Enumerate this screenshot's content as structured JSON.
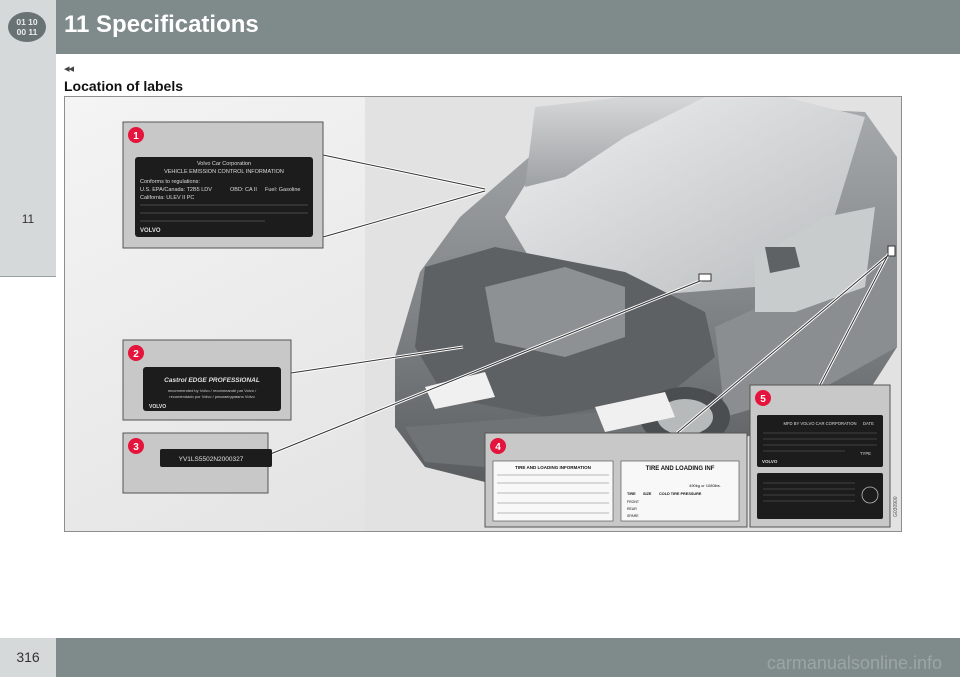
{
  "header": {
    "chapter_title": "11 Specifications",
    "chapter_icon_lines": [
      "01 10",
      "00 11"
    ]
  },
  "sidebar": {
    "chapter_number": "11"
  },
  "nav": {
    "prev_marker": "◂◂"
  },
  "section": {
    "heading": "Location of labels"
  },
  "figure": {
    "figure_code": "G030900",
    "callouts": [
      "1",
      "2",
      "3",
      "4",
      "5"
    ],
    "label_1": {
      "brand": "VOLVO",
      "lines": [
        "Volvo Car Corporation",
        "VEHICLE EMISSION CONTROL INFORMATION",
        "Conforms to regulations:",
        "U.S. EPA/Canada: T2B5 LDV",
        "California: ULEV II PC",
        "OBD: CA II",
        "Fuel: Gasoline"
      ]
    },
    "label_2": {
      "brand": "VOLVO",
      "product": "Castrol EDGE PROFESSIONAL",
      "lines": [
        "recommended by Volvo / recommandé par Volvo /",
        "recomendado por Volvo / рекомендовано Volvo"
      ]
    },
    "label_3": {
      "vin": "YV1LS5502N2000327"
    },
    "label_4": {
      "title": "TIRE AND LOADING INFORMATION",
      "title_right": "TIRE AND LOADING INF",
      "weight_note": "490kg or 1080lbs.",
      "columns": [
        "TIRE",
        "SIZE",
        "COLD TIRE PRESSURE"
      ],
      "rows": [
        "FRONT",
        "REAR",
        "SPARE"
      ]
    },
    "label_5": {
      "header": "MFD BY VOLVO CAR CORPORATION",
      "date_label": "DATE",
      "type_label": "TYPE",
      "brand": "VOLVO"
    }
  },
  "footer": {
    "page_number": "316",
    "watermark": "carmanualsonline.info"
  }
}
